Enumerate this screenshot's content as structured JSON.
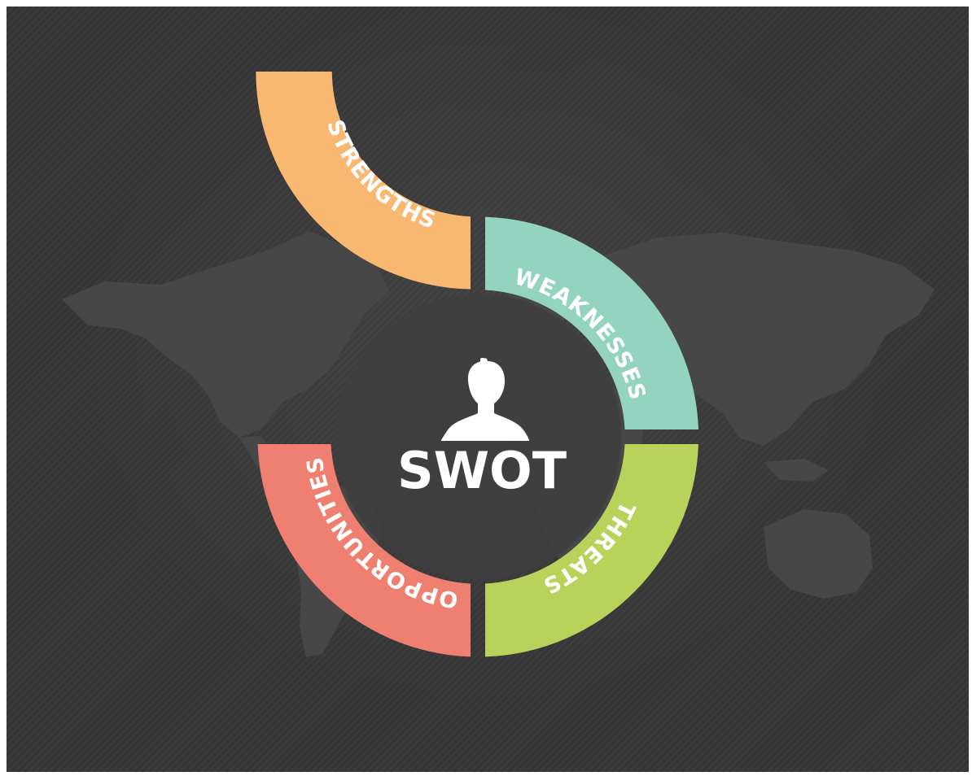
{
  "center": {
    "title": "SWOT",
    "icon": "person-silhouette-icon"
  },
  "segments": [
    {
      "key": "strengths",
      "label": "STRENGTHS",
      "color": "#F9B872"
    },
    {
      "key": "weaknesses",
      "label": "WEAKNESSES",
      "color": "#93D3BF"
    },
    {
      "key": "threats",
      "label": "THREATS",
      "color": "#B9D35A"
    },
    {
      "key": "opportunities",
      "label": "OPPORTUNITIES",
      "color": "#EF7F70"
    }
  ],
  "colors": {
    "background": "#353535",
    "text": "#FFFFFF",
    "map": "#474747",
    "center_disk": "#3E3E3E"
  }
}
